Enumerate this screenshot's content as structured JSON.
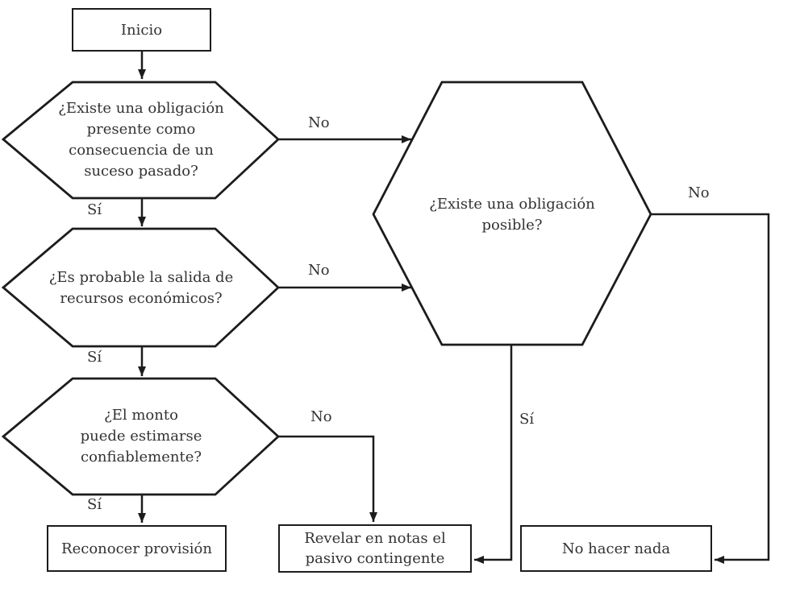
{
  "diagram": {
    "start": {
      "label": "Inicio"
    },
    "decisions": {
      "present_obligation": {
        "line1": "¿Existe una obligación",
        "line2": "presente como",
        "line3": "consecuencia de un",
        "line4": "suceso pasado?"
      },
      "probable_outflow": {
        "line1": "¿Es probable la salida de",
        "line2": "recursos económicos?"
      },
      "reliable_estimate": {
        "line1": "¿El monto",
        "line2": "puede estimarse",
        "line3": "confiablemente?"
      },
      "possible_obligation": {
        "line1": "¿Existe una obligación",
        "line2": "posible?"
      }
    },
    "outcomes": {
      "recognize_provision": {
        "label": "Reconocer provisión"
      },
      "disclose_notes": {
        "line1": "Revelar en notas el",
        "line2": "pasivo contingente"
      },
      "do_nothing": {
        "label": "No hacer nada"
      }
    },
    "edge_labels": {
      "yes_present": "Sí",
      "yes_probable": "Sí",
      "yes_estimate": "Sí",
      "yes_possible": "Sí",
      "no_present": "No",
      "no_probable": "No",
      "no_estimate": "No",
      "no_possible": "No"
    },
    "colors": {
      "line": "#1c1c1c",
      "text": "#333333",
      "background": "#ffffff"
    }
  }
}
